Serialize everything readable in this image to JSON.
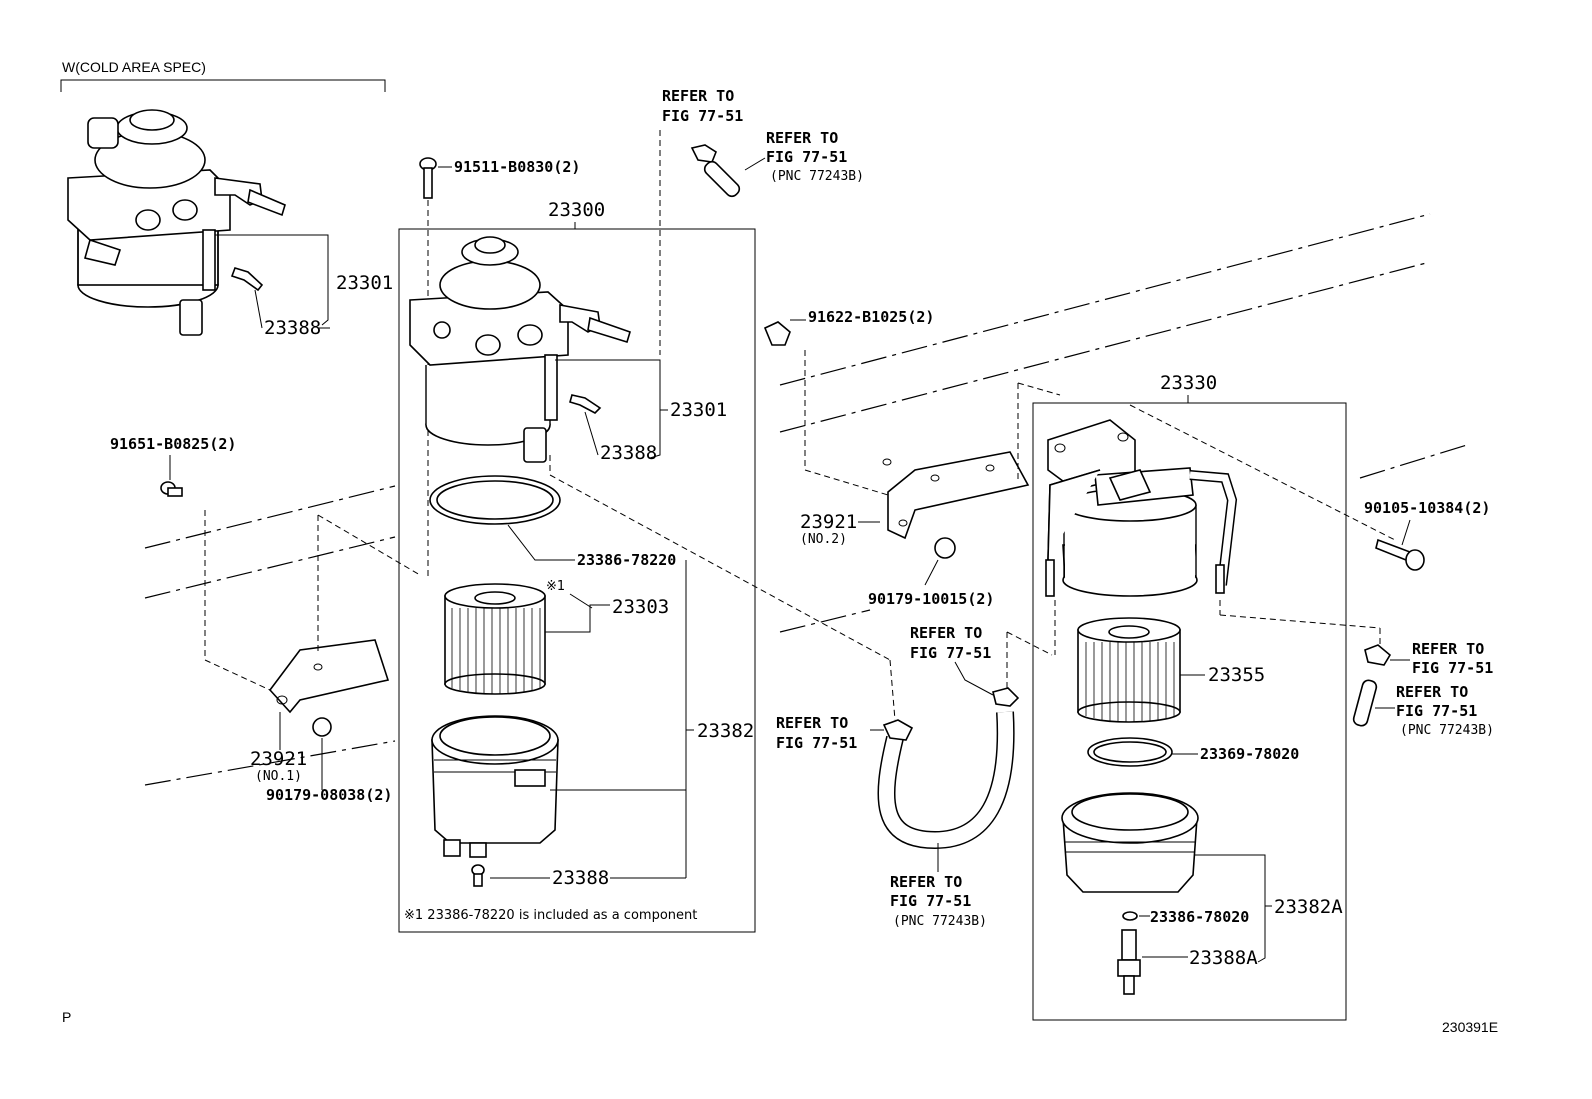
{
  "title_variant": "W(COLD AREA SPEC)",
  "footer": {
    "left_mark": "P",
    "drawing_id": "230391E"
  },
  "labels": {
    "assy_23300": "23300",
    "assy_23330": "23330",
    "p23301_a": "23301",
    "p23301_b": "23301",
    "p23388_a": "23388",
    "p23388_b": "23388",
    "p23388_c": "23388",
    "bolt_91511": "91511-B0830(2)",
    "bolt_91622": "91622-B1025(2)",
    "bolt_91651": "91651-B0825(2)",
    "bolt_90105": "90105-10384(2)",
    "oring_23386": "23386-78220",
    "mark_1": "※1",
    "p23303": "23303",
    "p23382": "23382",
    "p23921_no2": "23921",
    "p23921_no2_sub": "(NO.2)",
    "p23921_no1": "23921",
    "p23921_no1_sub": "(NO.1)",
    "nut_90179_10015": "90179-10015(2)",
    "nut_90179_08038": "90179-08038(2)",
    "p23355": "23355",
    "p23369": "23369-78020",
    "p23386_b": "23386-78020",
    "p23382A": "23382A",
    "p23388A": "23388A",
    "note_1": "※1 23386-78220 is included as a component"
  },
  "refers": {
    "r1_line1": "REFER TO",
    "r1_line2": "FIG 77-51",
    "r2_line1": "REFER TO",
    "r2_line2": "FIG 77-51",
    "r2_line3": "(PNC 77243B)",
    "r3_line1": "REFER TO",
    "r3_line2": "FIG 77-51",
    "r4_line1": "REFER TO",
    "r4_line2": "FIG 77-51",
    "r5_line1": "REFER TO",
    "r5_line2": "FIG 77-51",
    "r5_line3": "(PNC 77243B)",
    "r6_line1": "REFER TO",
    "r6_line2": "FIG 77-51",
    "r7_line1": "REFER TO",
    "r7_line2": "FIG 77-51",
    "r7_line3": "(PNC 77243B)"
  }
}
